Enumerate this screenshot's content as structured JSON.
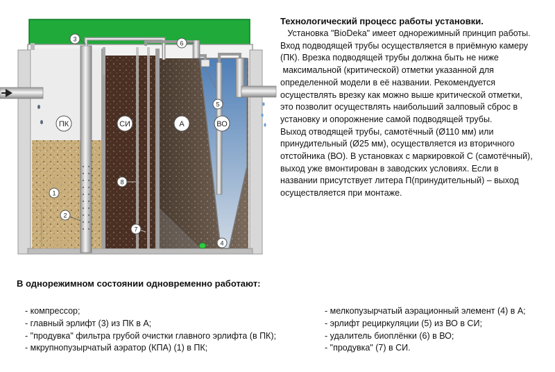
{
  "diagram": {
    "chambers": {
      "pk": "ПК",
      "si": "СИ",
      "a": "А",
      "vo": "ВО"
    },
    "callouts": [
      "1",
      "2",
      "3",
      "4",
      "5",
      "6",
      "7",
      "8"
    ],
    "colors": {
      "lid": "#1faa3a",
      "tank_wall": "#c8c8c8",
      "pk_water": "#c9ae7a",
      "si_sludge": "#4a2f22",
      "a_sludge": "#5c4a3a",
      "vo_water": "#9bb3cc",
      "pipe": "#e6e6e6",
      "aerator": "#2ecc40"
    }
  },
  "tech": {
    "title": "Технологический процесс работы установки.",
    "lines": [
      "   Установка \"BioDeka\" имеет однорежимный принцип работы.",
      "Вход подводящей трубы осуществляется в приёмную камеру",
      "(ПК). Врезка подводящей трубы должна быть не ниже",
      " максимальной (критической) отметки указанной для",
      "определенной модели в её названии. Рекомендуется",
      "осуществлять врезку как можно выше критической отметки,",
      "это позволит осуществлять наибольший залповый сброс в",
      "установку и опорожнение самой подводящей трубы.",
      "Выход отводящей трубы, самотёчный (Ø110 мм) или",
      "принудительный (Ø25 мм), осуществляется из вторичного",
      "отстойника (ВО). В установках с маркировкой С (самотёчный),",
      "выход уже вмонтирован в заводских условиях. Если в",
      "названии присутствует литера П(принудительный) – выход",
      "осуществляется при монтаже."
    ]
  },
  "mode": {
    "title": "В однорежимном состоянии одновременно работают:",
    "left_items": [
      "- компрессор;",
      "- главный эрлифт (3) из ПК в А;",
      "- \"продувка\" фильтра грубой очистки главного эрлифта (в ПК);",
      "- мкрупнопузырчатый аэратор (КПА) (1) в ПК;"
    ],
    "right_items": [
      "- мелкопузырчатый аэрационный элемент (4) в А;",
      "- эрлифт рециркуляции (5) из ВО в СИ;",
      "- удалитель биоплёнки (6) в ВО;",
      "- \"продувка\" (7) в СИ."
    ]
  }
}
